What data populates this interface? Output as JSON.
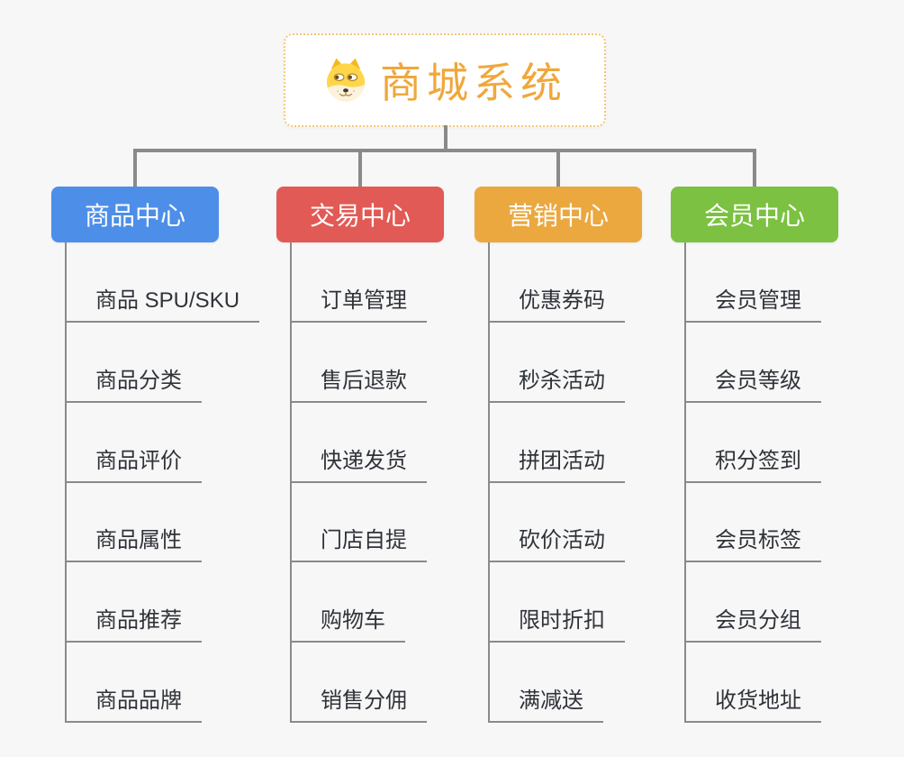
{
  "app": {
    "type": "mind-map-diagram",
    "background_color": "#f7f7f8",
    "connector_color": "#8a8a8a"
  },
  "root": {
    "title": "商城系统",
    "icon": "dog-face-icon",
    "title_color": "#f0a73b",
    "border_color": "#f2c878"
  },
  "branches": [
    {
      "label": "商品中心",
      "color": "#4d8fe8",
      "items": [
        "商品 SPU/SKU",
        "商品分类",
        "商品评价",
        "商品属性",
        "商品推荐",
        "商品品牌"
      ]
    },
    {
      "label": "交易中心",
      "color": "#e25a55",
      "items": [
        "订单管理",
        "售后退款",
        "快递发货",
        "门店自提",
        "购物车",
        "销售分佣"
      ]
    },
    {
      "label": "营销中心",
      "color": "#eaa83f",
      "items": [
        "优惠券码",
        "秒杀活动",
        "拼团活动",
        "砍价活动",
        "限时折扣",
        "满减送"
      ]
    },
    {
      "label": "会员中心",
      "color": "#7cc142",
      "items": [
        "会员管理",
        "会员等级",
        "积分签到",
        "会员标签",
        "会员分组",
        "收货地址"
      ]
    }
  ]
}
